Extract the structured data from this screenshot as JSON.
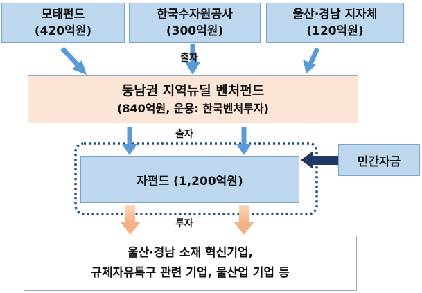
{
  "sources": [
    {
      "name": "모태펀드",
      "amount": "(420억원)"
    },
    {
      "name": "한국수자원공사",
      "amount": "(300억원)"
    },
    {
      "name": "울산·경남 지자체",
      "amount": "(120억원)"
    }
  ],
  "labels": {
    "invest_top": "출자",
    "invest_mid": "출자",
    "invest_bottom": "투자"
  },
  "main_fund": {
    "title": "동남권 지역뉴딜 벤처펀드",
    "subtitle": "(840억원, 운용: 한국벤처투자)"
  },
  "sub_fund": {
    "title": "자펀드 (1,200억원)"
  },
  "private": {
    "label": "민간자금"
  },
  "targets": {
    "line1": "울산·경남 소재 혁신기업,",
    "line2": "규제자유특구 관련 기업, 물산업 기업 등"
  },
  "colors": {
    "box_blue": "#bdd7ee",
    "box_peach": "#fbe5d6",
    "arrow_blue": "#5b9bd5",
    "arrow_orange": "#f4b183",
    "arrow_navy": "#1f3864",
    "dotted_border": "#1f4e79"
  }
}
